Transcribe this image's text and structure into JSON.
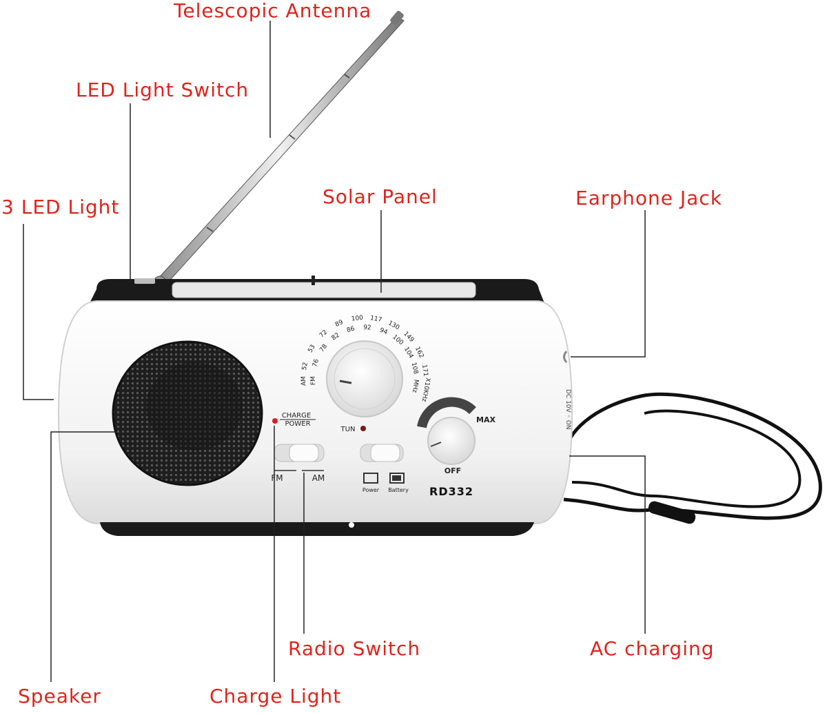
{
  "colors": {
    "label": "#e0231c",
    "leader_line": "#222222",
    "body": "#f2f2f2",
    "trim": "#1a1a1a",
    "speaker": "#2b2b2b",
    "indicator_red": "#d8211d"
  },
  "callouts": {
    "telescopic_antenna": "Telescopic Antenna",
    "led_light_switch": "LED Light Switch",
    "three_led_light": "3 LED Light",
    "solar_panel": "Solar Panel",
    "earphone_jack": "Earphone Jack",
    "speaker": "Speaker",
    "charge_light": "Charge Light",
    "radio_switch": "Radio Switch",
    "ac_charging": "AC charging"
  },
  "device": {
    "model": "RD332",
    "charge_label": "CHARGE",
    "power_label": "POWER",
    "fm_label": "FM",
    "am_label": "AM",
    "tun_label": "TUN",
    "power_icon_label": "Power",
    "battery_icon_label": "Battery",
    "volume_max": "MAX",
    "volume_off": "OFF",
    "dial_outer_scale": [
      "52",
      "53",
      "72",
      "89",
      "100",
      "117",
      "130",
      "149",
      "162",
      "171"
    ],
    "dial_inner_scale": [
      "76",
      "78",
      "82",
      "86",
      "92",
      "94",
      "100",
      "104",
      "108"
    ],
    "dial_band_am": "AM",
    "dial_band_fm": "FM",
    "dial_unit_fm": "MHz",
    "dial_unit_am": "X10KHz",
    "side_panel_text": "DC 10V ◦ ON"
  }
}
